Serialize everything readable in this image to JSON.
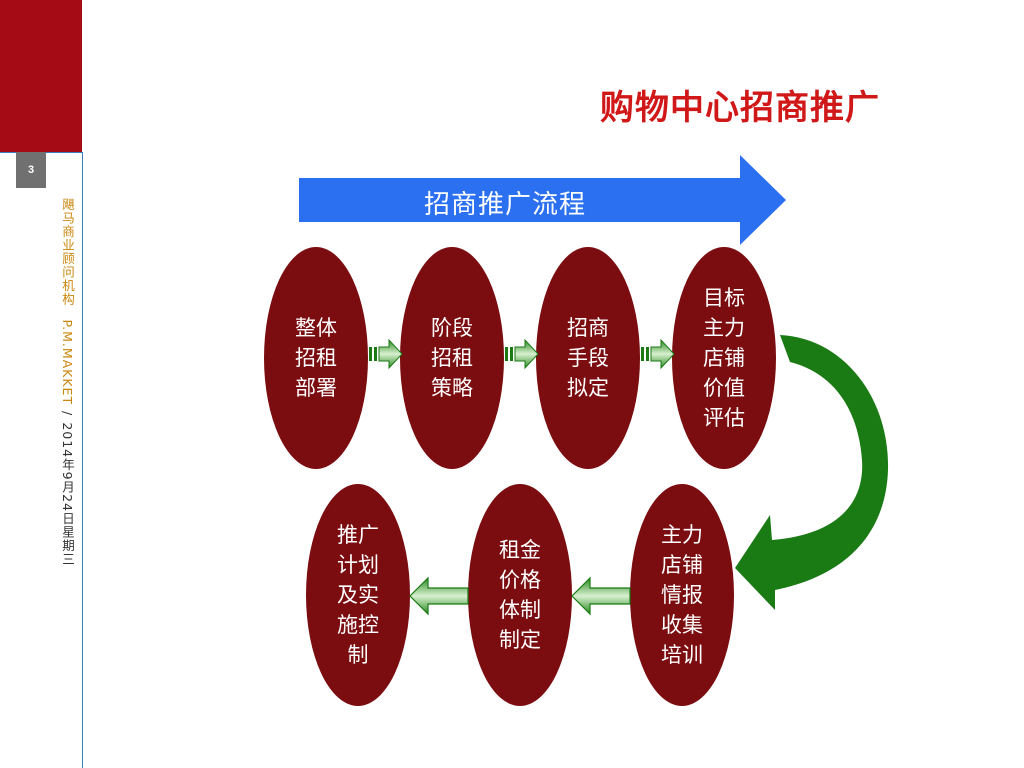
{
  "slide": {
    "page_number": "3",
    "title": "购物中心招商推广",
    "sidebar_org": "飓马商业顾问机构　P.M.MAKKET",
    "sidebar_slash": "/",
    "sidebar_date": "2014年9月24日星期三"
  },
  "flow": {
    "banner_label": "招商推广流程",
    "steps_top": [
      "整体招租部署",
      "阶段招租策略",
      "招商手段拟定",
      "目标主力店铺价值评估"
    ],
    "steps_bottom": [
      "推广计划及实施控制",
      "租金价格体制制定",
      "主力店铺情报收集培训"
    ]
  },
  "colors": {
    "accent_red": "#a50b14",
    "title_red": "#d01818",
    "node_fill": "#7b0d10",
    "arrow_green": "#1a7a14",
    "banner_blue": "#2b70f0"
  }
}
